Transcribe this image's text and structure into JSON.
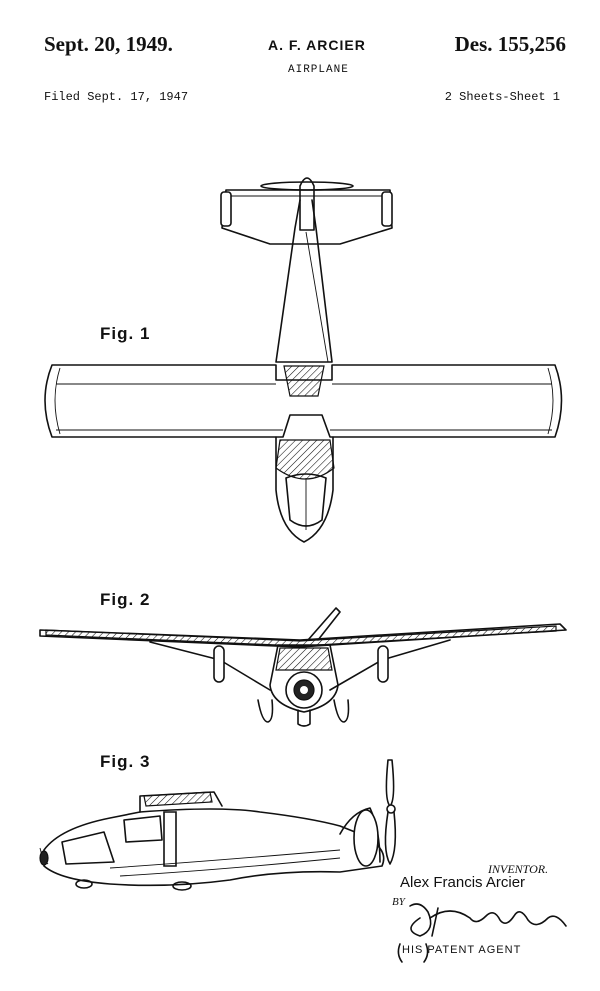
{
  "header": {
    "date": "Sept. 20, 1949.",
    "inventor": "A. F. ARCIER",
    "design_number": "Des. 155,256",
    "subject": "AIRPLANE",
    "filed": "Filed Sept. 17, 1947",
    "sheets": "2 Sheets-Sheet 1"
  },
  "figures": {
    "fig1_label": "Fig. 1",
    "fig2_label": "Fig. 2",
    "fig3_label": "Fig. 3"
  },
  "signature_block": {
    "caption": "INVENTOR.",
    "inventor_name": "Alex Francis Arcier",
    "by": "BY",
    "agent_label": "HIS PATENT AGENT"
  }
}
